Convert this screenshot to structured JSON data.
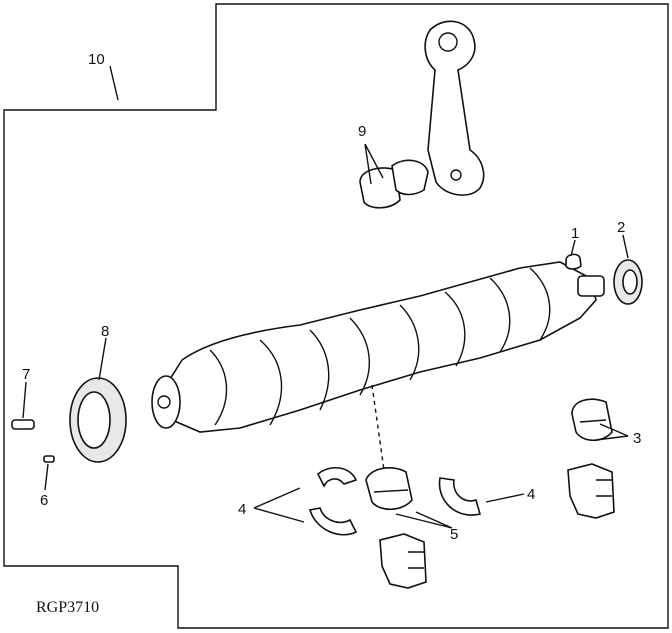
{
  "callouts": {
    "c1": "1",
    "c2": "2",
    "c3": "3",
    "c4a": "4",
    "c4b": "4",
    "c5": "5",
    "c6": "6",
    "c7": "7",
    "c8": "8",
    "c9": "9",
    "c10": "10"
  },
  "caption": "RGP3710"
}
